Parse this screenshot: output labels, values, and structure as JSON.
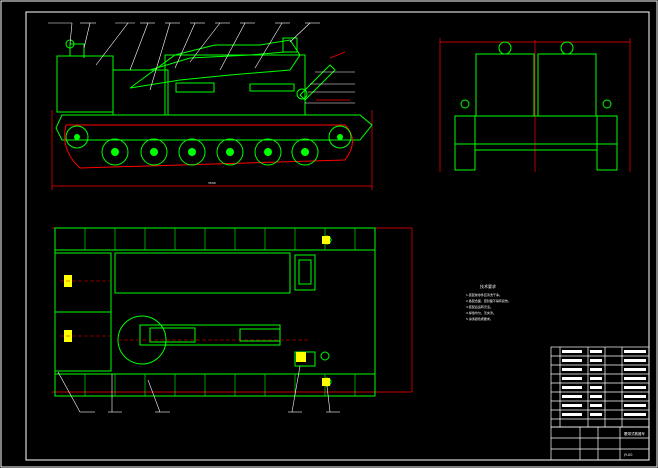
{
  "drawing": {
    "notes_heading": "技术要求",
    "notes_lines": [
      "1.装配前零件应清洗干净。",
      "2.各配合面、密封面不得有损伤。",
      "3.装配后运转灵活。",
      "4.焊缝均匀，无夹渣。",
      "5.涂漆颜色按要求。"
    ],
    "title_block": {
      "drawing_title": "履带式救援车",
      "drawing_number": "JY-00"
    }
  },
  "colors": {
    "outline": "#00ff00",
    "dimension": "#ff0000",
    "border": "#ffffff",
    "centerline": "#ff0000",
    "hidden": "#ffff00"
  }
}
